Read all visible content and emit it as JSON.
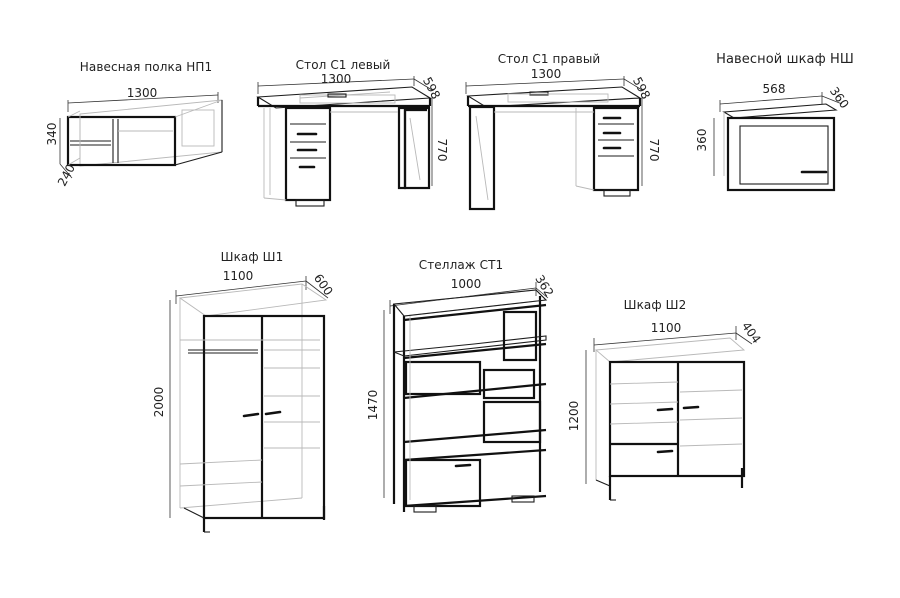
{
  "items": [
    {
      "title": "Навесная полка НП1",
      "dims": {
        "width": "1300",
        "height": "340",
        "depth": "240"
      }
    },
    {
      "title": "Стол С1 левый",
      "dims": {
        "width": "1300",
        "depth": "598",
        "height": "770"
      }
    },
    {
      "title": "Стол С1 правый",
      "dims": {
        "width": "1300",
        "depth": "598",
        "height": "770"
      }
    },
    {
      "title": "Навесной шкаф НШ",
      "dims": {
        "width": "568",
        "depth": "360",
        "height": "360"
      }
    },
    {
      "title": "Шкаф Ш1",
      "dims": {
        "width": "1100",
        "depth": "600",
        "height": "2000"
      }
    },
    {
      "title": "Стеллаж СТ1",
      "dims": {
        "width": "1000",
        "depth": "362",
        "height": "1470"
      }
    },
    {
      "title": "Шкаф Ш2",
      "dims": {
        "width": "1100",
        "depth": "404",
        "height": "1200"
      }
    }
  ]
}
